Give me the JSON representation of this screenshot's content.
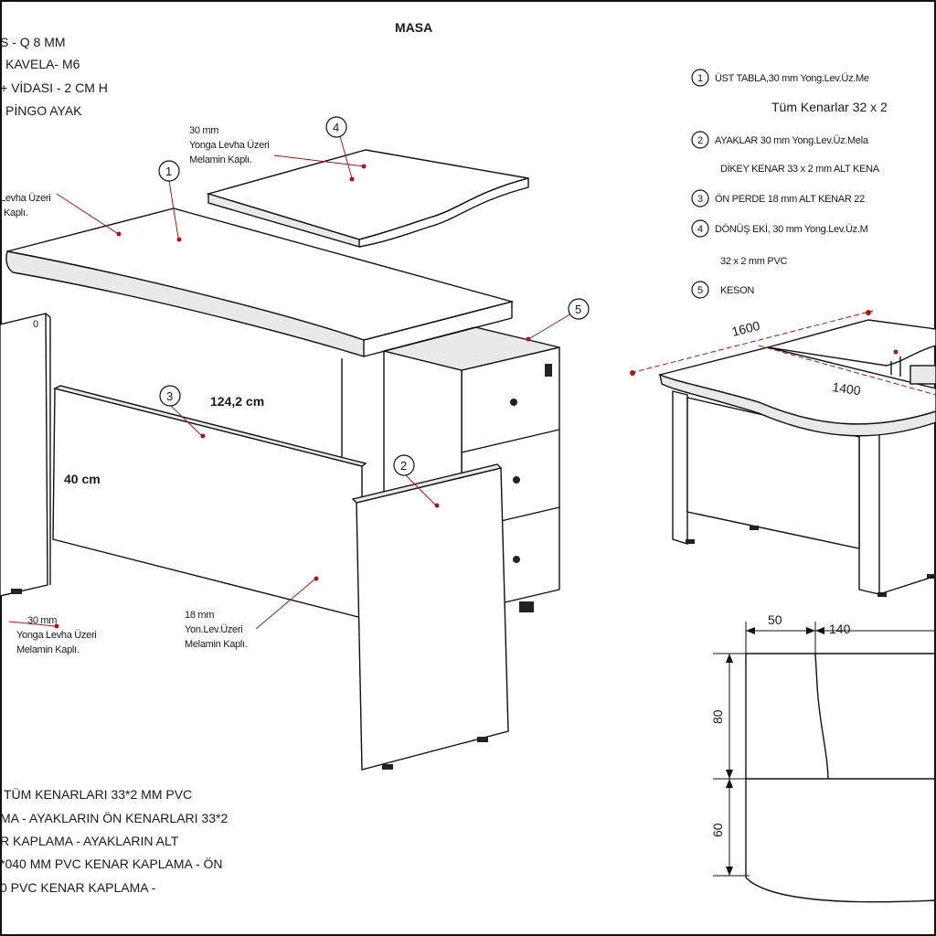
{
  "title": "MASA",
  "top_left_notes": [
    "S - Q 8 MM",
    "KAVELA- M6",
    "+ VİDASI - 2 CM H",
    "PİNGO AYAK"
  ],
  "bottom_left_notes": [
    "TÜM KENARLARI 33*2 MM PVC",
    "MA - AYAKLARIN ÖN KENARLARI 33*2",
    "R KAPLAMA - AYAKLARIN ALT",
    "*040 MM PVC KENAR KAPLAMA - ÖN",
    "0 PVC KENAR KAPLAMA -"
  ],
  "legend": [
    {
      "num": "1",
      "text": "ÜST TABLA,30 mm Yong.Lev.Üz.Me"
    },
    {
      "num": "",
      "text": "Tüm Kenarlar   32 x 2"
    },
    {
      "num": "2",
      "text": "AYAKLAR 30 mm  Yong.Lev.Üz.Mela"
    },
    {
      "num": "",
      "text": "DİKEY KENAR 33 x 2 mm ALT KENA"
    },
    {
      "num": "3",
      "text": "ÖN PERDE 18 mm  ALT KENAR 22"
    },
    {
      "num": "4",
      "text": "DÖNÜŞ EKİ,  30 mm Yong.Lev.Üz.M"
    },
    {
      "num": "",
      "text": "32 x 2 mm PVC"
    },
    {
      "num": "5",
      "text": "KESON"
    }
  ],
  "callouts": {
    "c1": "1",
    "c2": "2",
    "c3": "3",
    "c4": "4",
    "c5": "5"
  },
  "labels": {
    "top4_material_1": "30 mm",
    "top4_material_2": "Yonga Levha Üzeri",
    "top4_material_3": "Melamin Kaplı.",
    "top1_material_1": "Levha Üzeri",
    "top1_material_2": "Kaplı.",
    "panel_zero": "0",
    "leg_material_1": "30 mm",
    "leg_material_2": "Yonga Levha Üzeri",
    "leg_material_3": "Melamin Kaplı.",
    "front_material_1": "18 mm",
    "front_material_2": "Yon.Lev.Üzeri",
    "front_material_3": "Melamin Kaplı.",
    "front_width": "124,2 cm",
    "front_height": "40 cm"
  },
  "dims": {
    "d1600": "1600",
    "d1400": "1400",
    "d50": "50",
    "d140": "140",
    "d80": "80",
    "d60": "60"
  }
}
